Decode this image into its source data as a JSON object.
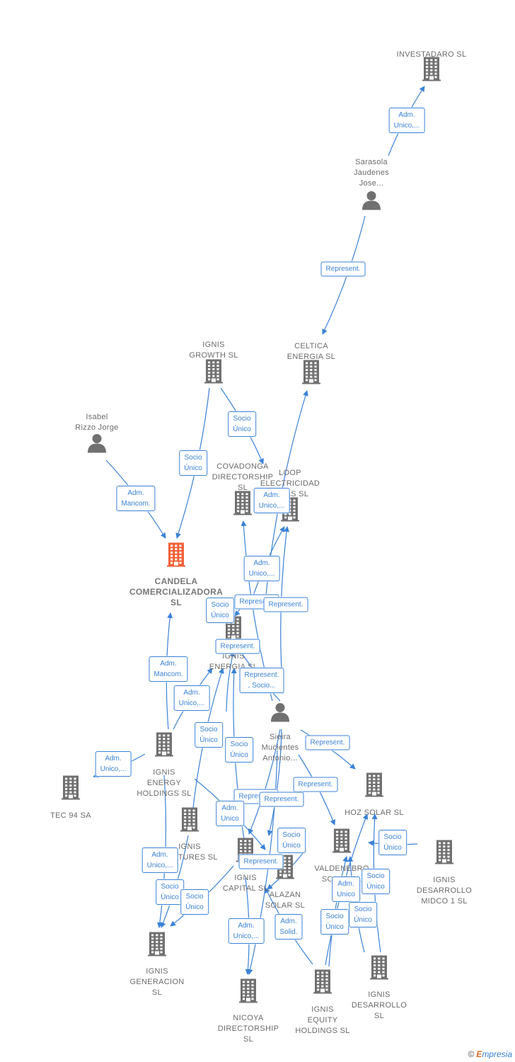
{
  "nodes": [
    {
      "id": "investadaro",
      "type": "company",
      "label": [
        "INVESTADARO SL"
      ]
    },
    {
      "id": "sarasola",
      "type": "person",
      "label": [
        "Sarasola",
        "Jaudenes",
        "Jose..."
      ]
    },
    {
      "id": "celtica",
      "type": "company",
      "label": [
        "CELTICA",
        "ENERGIA SL"
      ]
    },
    {
      "id": "ignis_growth",
      "type": "company",
      "label": [
        "IGNIS",
        "GROWTH  SL"
      ]
    },
    {
      "id": "isabel",
      "type": "person",
      "label": [
        "Isabel",
        "Rizzo Jorge"
      ]
    },
    {
      "id": "candela",
      "type": "company",
      "focus": true,
      "label": [
        "CANDELA",
        "COMERCIALIZADORA",
        "SL"
      ]
    },
    {
      "id": "covadonga",
      "type": "company",
      "label": [
        "COVADONGA",
        "DIRECTORSHIP",
        "SL"
      ]
    },
    {
      "id": "loop",
      "type": "company",
      "label": [
        "LOOP",
        "ELECTRICIDAD",
        "Y GAS  SL"
      ]
    },
    {
      "id": "ignis_energia",
      "type": "company",
      "label": [
        "IGNIS",
        "ENERGIA  SL"
      ]
    },
    {
      "id": "sieira",
      "type": "person",
      "label": [
        "Sieira",
        "Mucientes",
        "Antonio..."
      ]
    },
    {
      "id": "ignis_energy_holdings",
      "type": "company",
      "label": [
        "IGNIS",
        "ENERGY",
        "HOLDINGS  SL"
      ]
    },
    {
      "id": "tec94",
      "type": "company",
      "label": [
        "TEC 94 SA"
      ]
    },
    {
      "id": "hoz_solar",
      "type": "company",
      "label": [
        "HOZ SOLAR SL"
      ]
    },
    {
      "id": "ignis_ventures",
      "type": "company",
      "label": [
        "IGNIS",
        "VENTURES  SL"
      ]
    },
    {
      "id": "ignis_capital",
      "type": "company",
      "label": [
        "IGNIS",
        "CAPITAL  SL"
      ]
    },
    {
      "id": "alazan",
      "type": "company",
      "label": [
        "ALAZAN",
        "SOLAR  SL"
      ]
    },
    {
      "id": "valdenebro",
      "type": "company",
      "label": [
        "VALDENEBRO",
        "SOLAR SL"
      ]
    },
    {
      "id": "ignis_desarrollo_midco",
      "type": "company",
      "label": [
        "IGNIS",
        "DESARROLLO",
        "MIDCO 1  SL"
      ]
    },
    {
      "id": "ignis_generacion",
      "type": "company",
      "label": [
        "IGNIS",
        "GENERACION",
        "SL"
      ]
    },
    {
      "id": "nicoya",
      "type": "company",
      "label": [
        "NICOYA",
        "DIRECTORSHIP",
        "SL"
      ]
    },
    {
      "id": "ignis_equity",
      "type": "company",
      "label": [
        "IGNIS",
        "EQUITY",
        "HOLDINGS  SL"
      ]
    },
    {
      "id": "ignis_desarrollo",
      "type": "company",
      "label": [
        "IGNIS",
        "DESARROLLO",
        "SL"
      ]
    }
  ],
  "edges": [
    {
      "from": "sarasola",
      "to": "investadaro",
      "label": [
        "Adm.",
        "Unico,..."
      ]
    },
    {
      "from": "sarasola",
      "to": "celtica",
      "label": [
        "Represent."
      ]
    },
    {
      "from": "ignis_growth",
      "to": "candela",
      "label": [
        "Socio",
        "Único"
      ]
    },
    {
      "from": "ignis_growth",
      "to": "covadonga",
      "label": [
        "Socio",
        "Único"
      ]
    },
    {
      "from": "isabel",
      "to": "candela",
      "label": [
        "Adm.",
        "Mancom."
      ]
    },
    {
      "from": "sieira",
      "to": "celtica",
      "label": [
        "Adm.",
        "Unico,..."
      ]
    },
    {
      "from": "sieira",
      "to": "covadonga",
      "label": [
        "Adm.",
        "Unico,..."
      ]
    },
    {
      "from": "sieira",
      "to": "loop",
      "label": [
        "Represent."
      ]
    },
    {
      "from": "sieira",
      "to": "loop",
      "label": [
        "Represent."
      ]
    },
    {
      "from": "ignis_energy_holdings",
      "to": "ignis_energia",
      "label": [
        "Socio",
        "Único"
      ]
    },
    {
      "from": "sieira",
      "to": "ignis_energia",
      "label": [
        "Represent."
      ]
    },
    {
      "from": "sieira",
      "to": "ignis_energia",
      "label": [
        "Represent.",
        ", Socio..."
      ]
    },
    {
      "from": "ignis_energy_holdings",
      "to": "candela",
      "label": [
        "Adm.",
        "Mancom."
      ]
    },
    {
      "from": "ignis_energy_holdings",
      "to": "ignis_energia",
      "label": [
        "Adm.",
        "Unico,..."
      ]
    },
    {
      "from": "ignis_energy_holdings",
      "to": "tec94",
      "label": [
        "Adm.",
        "Unico,..."
      ]
    },
    {
      "from": "ignis_ventures",
      "to": "ignis_energia",
      "label": [
        "Socio",
        "Único"
      ]
    },
    {
      "from": "ignis_capital",
      "to": "ignis_energia",
      "label": [
        "Socio",
        "Único"
      ]
    },
    {
      "from": "sieira",
      "to": "hoz_solar",
      "label": [
        "Represent."
      ]
    },
    {
      "from": "sieira",
      "to": "valdenebro",
      "label": [
        "Represent."
      ]
    },
    {
      "from": "sieira",
      "to": "ignis_capital",
      "label": [
        "Represent."
      ]
    },
    {
      "from": "sieira",
      "to": "ignis_capital",
      "label": [
        "Represent."
      ]
    },
    {
      "from": "ignis_energy_holdings",
      "to": "ignis_capital",
      "label": [
        "Adm.",
        "Unico"
      ]
    },
    {
      "from": "ignis_capital",
      "to": "alazan",
      "label": [
        "Socio",
        "Único"
      ]
    },
    {
      "from": "ignis_desarrollo_midco",
      "to": "valdenebro",
      "label": [
        "Socio",
        "Único"
      ]
    },
    {
      "from": "sieira",
      "to": "nicoya",
      "label": [
        "Represent."
      ]
    },
    {
      "from": "ignis_energy_holdings",
      "to": "ignis_generacion",
      "label": [
        "Adm.",
        "Unico,..."
      ]
    },
    {
      "from": "ignis_capital",
      "to": "ignis_generacion",
      "label": [
        "Socio",
        "Único"
      ]
    },
    {
      "from": "ignis_ventures",
      "to": "ignis_generacion",
      "label": [
        "Socio",
        "Único"
      ]
    },
    {
      "from": "ignis_capital",
      "to": "nicoya",
      "label": [
        "Adm.",
        "Unico,..."
      ]
    },
    {
      "from": "ignis_equity",
      "to": "alazan",
      "label": [
        "Adm.",
        "Solid."
      ]
    },
    {
      "from": "ignis_equity",
      "to": "hoz_solar",
      "label": [
        "Adm.",
        "Unico"
      ]
    },
    {
      "from": "ignis_desarrollo",
      "to": "hoz_solar",
      "label": [
        "Socio",
        "Único"
      ]
    },
    {
      "from": "ignis_equity",
      "to": "valdenebro",
      "label": [
        "Socio",
        "Único"
      ]
    },
    {
      "from": "ignis_desarrollo",
      "to": "valdenebro",
      "label": [
        "Socio",
        "Único"
      ]
    }
  ],
  "footer": {
    "copyright": "©",
    "brand_initial": "E",
    "brand_rest": "mpresia"
  },
  "colors": {
    "edge": "#3b82d6",
    "icon": "#707070",
    "focus": "#f0623a",
    "label": "#6b6b6b"
  }
}
